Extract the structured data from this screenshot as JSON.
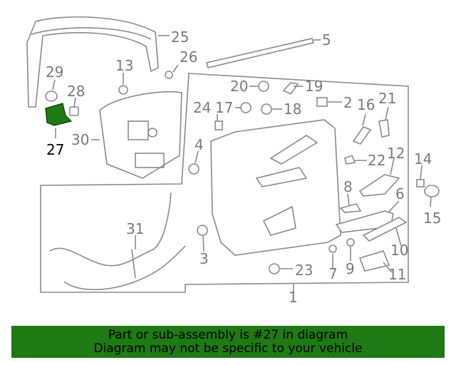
{
  "diagram": {
    "labels": [
      "1",
      "2",
      "3",
      "4",
      "5",
      "6",
      "7",
      "8",
      "9",
      "10",
      "11",
      "12",
      "13",
      "14",
      "15",
      "16",
      "17",
      "18",
      "19",
      "20",
      "21",
      "22",
      "23",
      "24",
      "25",
      "26",
      "27",
      "28",
      "29",
      "30",
      "31"
    ],
    "highlight": {
      "label": "27",
      "color": "#1e7a14"
    }
  },
  "footer": {
    "line1": "Part or sub-assembly is #27 in diagram",
    "line2": "Diagram may not be specific to your vehicle",
    "background": "#1e7a14"
  }
}
